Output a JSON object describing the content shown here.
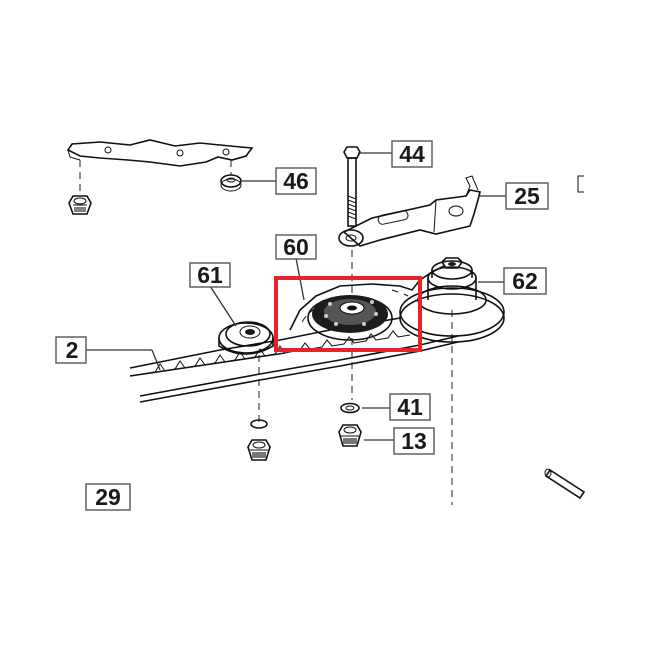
{
  "labels": {
    "part_44": "44",
    "part_46": "46",
    "part_25": "25",
    "part_60": "60",
    "part_61": "61",
    "part_62": "62",
    "part_2": "2",
    "part_41": "41",
    "part_13": "13",
    "part_29": "29"
  },
  "highlight": {
    "color": "#e8212b",
    "target": "part_60"
  }
}
